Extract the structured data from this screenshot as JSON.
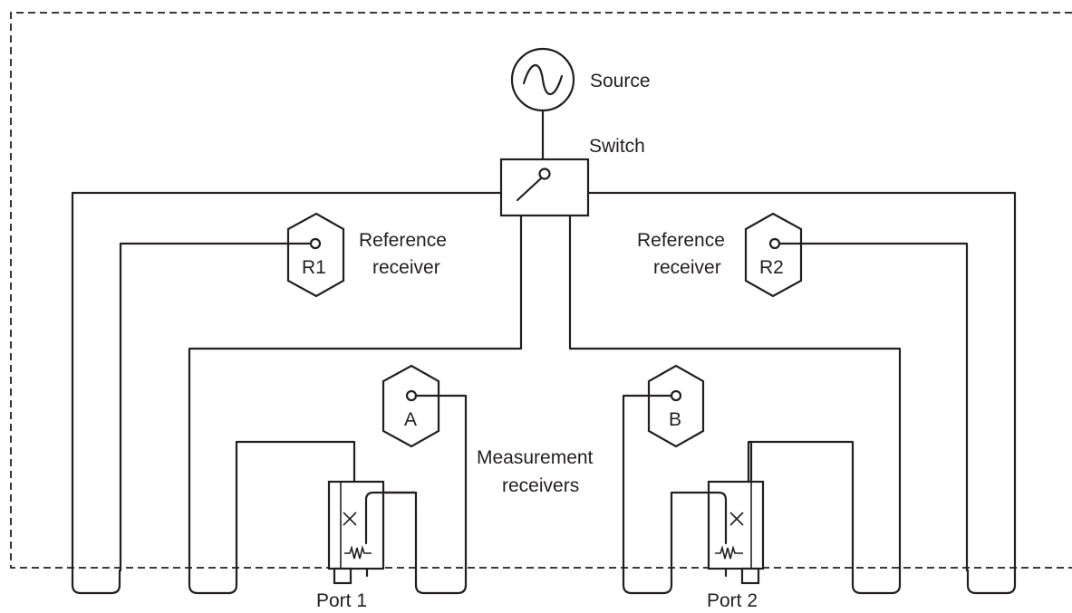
{
  "labels": {
    "source": "Source",
    "switch": "Switch",
    "reference_receiver_left": [
      "Reference",
      "receiver"
    ],
    "reference_receiver_right": [
      "Reference",
      "receiver"
    ],
    "measurement_receivers": [
      "Measurement",
      "receivers"
    ],
    "port_1": "Port 1",
    "port_2": "Port 2"
  },
  "receivers": {
    "r1": "R1",
    "r2": "R2",
    "a": "A",
    "b": "B"
  },
  "icons": {
    "source": "sine-wave-source-icon",
    "switch": "spdt-switch-icon",
    "receiver": "hexagon-receiver-icon",
    "coupler": "directional-coupler-icon",
    "port": "port-connector-icon"
  }
}
